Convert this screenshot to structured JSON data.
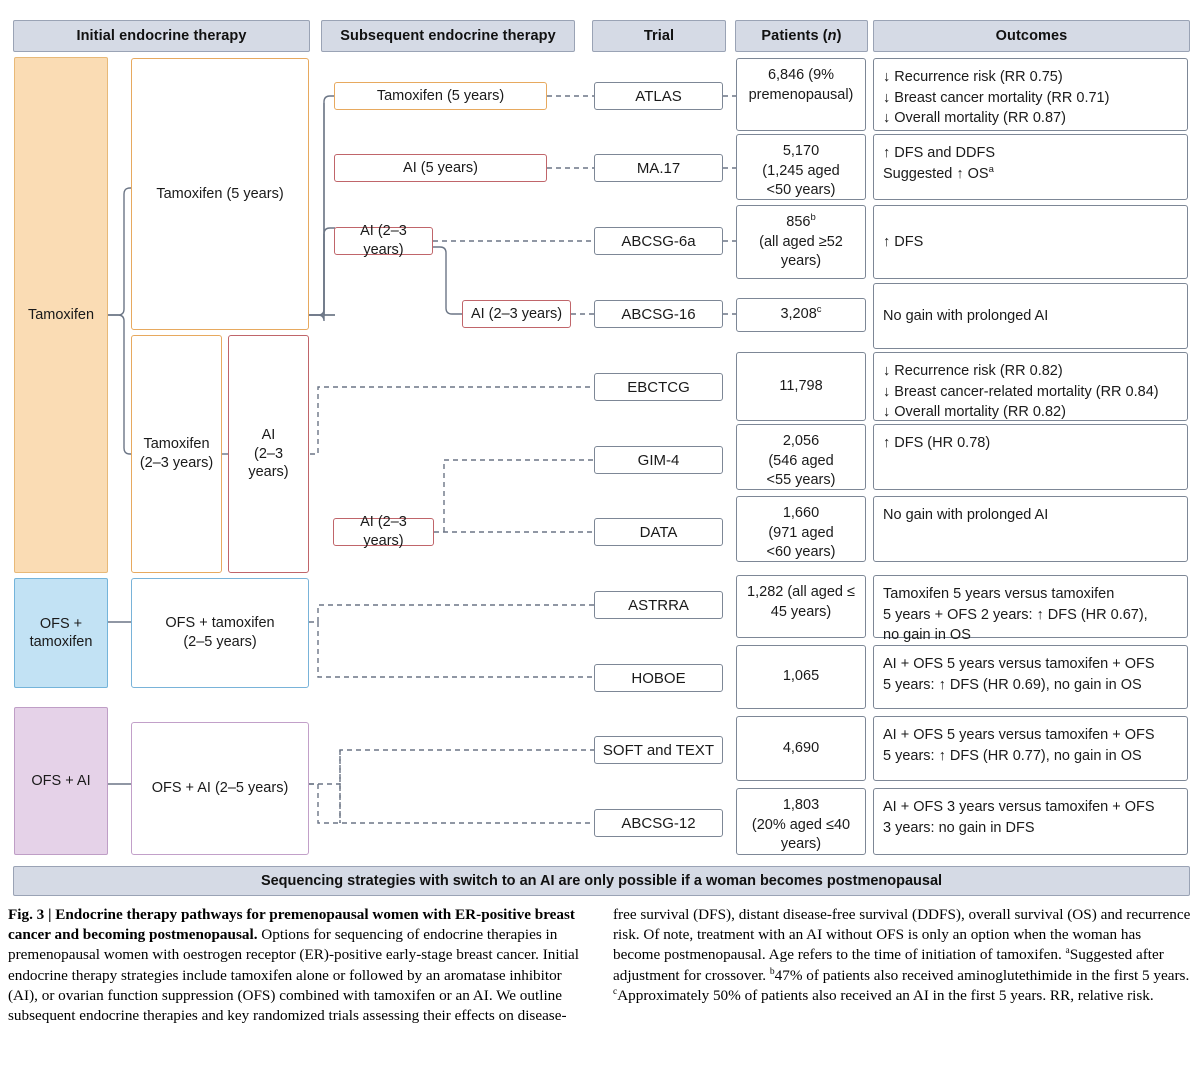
{
  "headers": {
    "initial": "Initial endocrine therapy",
    "subsequent": "Subsequent endocrine therapy",
    "trial": "Trial",
    "patients_pre": "Patients (",
    "patients_it": "n",
    "patients_post": ")",
    "outcomes": "Outcomes"
  },
  "initial_therapy": [
    {
      "label": "Tamoxifen",
      "color": "#fadcb4",
      "border": "#e8b978"
    },
    {
      "label": "OFS +\ntamoxifen",
      "color": "#c2e2f4",
      "border": "#74b4da"
    },
    {
      "label": "OFS + AI",
      "color": "#e5d2e8",
      "border": "#bf9ec6"
    }
  ],
  "primary_boxes": [
    {
      "label": "Tamoxifen (5 years)"
    },
    {
      "label": "Tamoxifen\n(2–3 years)"
    },
    {
      "label": "AI\n(2–3 years)"
    },
    {
      "label": "OFS + tamoxifen\n(2–5 years)"
    },
    {
      "label": "OFS + AI (2–5 years)"
    }
  ],
  "subsequent_boxes": [
    {
      "label": "Tamoxifen (5 years)"
    },
    {
      "label": "AI (5 years)"
    },
    {
      "label": "AI (2–3 years)"
    },
    {
      "label": "AI (2–3 years)"
    },
    {
      "label": "AI (2–3 years)"
    }
  ],
  "rows": [
    {
      "trial": "ATLAS",
      "patients": "6,846 (9%\npremenopausal)",
      "outcome": "↓ Recurrence risk (RR 0.75)\n↓ Breast cancer mortality (RR 0.71)\n↓ Overall mortality (RR 0.87)"
    },
    {
      "trial": "MA.17",
      "patients": "5,170\n(1,245 aged\n<50 years)",
      "outcome": "↑ DFS and DDFS\nSuggested ↑ OS",
      "outcome_sup": "a"
    },
    {
      "trial": "ABCSG-6a",
      "patients": "856",
      "patients_sup": "b",
      "patients_rest": "\n(all aged ≥52\nyears)",
      "outcome": "↑ DFS"
    },
    {
      "trial": "ABCSG-16",
      "patients": "3,208",
      "patients_sup": "c",
      "outcome": "No gain with prolonged AI"
    },
    {
      "trial": "EBCTCG",
      "patients": "11,798",
      "outcome": "↓ Recurrence risk (RR 0.82)\n↓ Breast cancer-related mortality (RR 0.84)\n↓ Overall mortality (RR 0.82)"
    },
    {
      "trial": "GIM-4",
      "patients": "2,056\n(546 aged\n<55 years)",
      "outcome": "↑ DFS (HR 0.78)"
    },
    {
      "trial": "DATA",
      "patients": "1,660\n(971 aged\n<60 years)",
      "outcome": "No gain with prolonged AI"
    },
    {
      "trial": "ASTRRA",
      "patients": "1,282 (all aged ≤\n45 years)",
      "outcome": "Tamoxifen 5 years versus tamoxifen\n5 years + OFS 2 years: ↑ DFS (HR 0.67),\nno gain in OS"
    },
    {
      "trial": "HOBOE",
      "patients": "1,065",
      "outcome": "AI + OFS 5 years versus tamoxifen + OFS\n5 years: ↑ DFS (HR 0.69), no gain in OS"
    },
    {
      "trial": "SOFT and TEXT",
      "patients": "4,690",
      "outcome": "AI + OFS 5 years versus tamoxifen + OFS\n5 years: ↑ DFS (HR 0.77), no gain in OS"
    },
    {
      "trial": "ABCSG-12",
      "patients": "1,803\n(20% aged ≤40\nyears)",
      "outcome": "AI + OFS 3 years versus tamoxifen + OFS\n3 years: no gain in DFS"
    }
  ],
  "footer_note": "Sequencing strategies with switch to an AI are only possible if a woman becomes postmenopausal",
  "caption": {
    "label": "Fig. 3 | ",
    "title": "Endocrine therapy pathways for premenopausal women with ER-positive breast cancer and becoming postmenopausal.",
    "body_1": " Options for sequencing of endocrine therapies in premenopausal women with oestrogen receptor (ER)-positive early-stage breast cancer. Initial endocrine therapy strategies include tamoxifen alone or followed by an aromatase inhibitor (AI), or ovarian function suppression (OFS) combined with tamoxifen or an AI. We outline subsequent endocrine therapies and key randomized trials assessing their effects on disease-free survival (DFS), distant disease-free survival (DDFS), overall survival (OS) and recurrence risk. Of note, treatment with an AI without OFS is only an option when the woman has become postmenopausal. Age refers to the time of initiation of tamoxifen. ",
    "note_a_sup": "a",
    "note_a": "Suggested after adjustment for crossover. ",
    "note_b_sup": "b",
    "note_b": "47% of patients also received aminoglutethimide in the first 5 years. ",
    "note_c_sup": "c",
    "note_c": "Approximately 50% of patients also received an AI in the first 5 years. RR, relative risk."
  },
  "colors": {
    "header_fill": "#d5dae5",
    "header_border": "#9aa3b5",
    "line": "#6b7585",
    "tamoxifen": "#fadcb4",
    "ofs_tamoxifen": "#c2e2f4",
    "ofs_ai": "#e5d2e8"
  }
}
